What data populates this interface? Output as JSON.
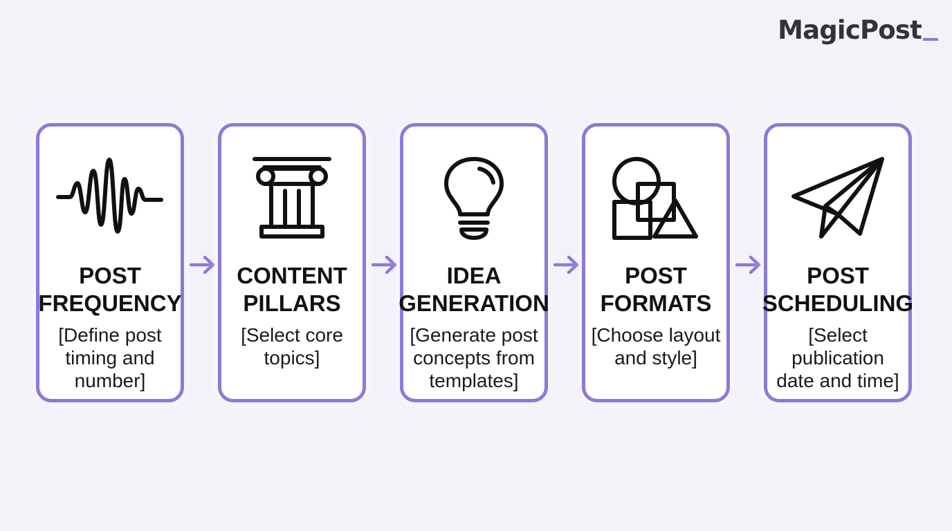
{
  "brand": {
    "name": "MagicPost"
  },
  "accent_color": "#8b7bd8",
  "steps": [
    {
      "icon": "waveform-icon",
      "title_line1": "POST",
      "title_line2": "FREQUENCY",
      "desc_line1": "[Define post",
      "desc_line2": "timing and",
      "desc_line3": "number]"
    },
    {
      "icon": "pillar-icon",
      "title_line1": "CONTENT",
      "title_line2": "PILLARS",
      "desc_line1": "[Select core",
      "desc_line2": "topics]",
      "desc_line3": ""
    },
    {
      "icon": "lightbulb-icon",
      "title_line1": "IDEA",
      "title_line2": "GENERATION",
      "desc_line1": "[Generate post",
      "desc_line2": "concepts from",
      "desc_line3": "templates]"
    },
    {
      "icon": "shapes-icon",
      "title_line1": "POST",
      "title_line2": "FORMATS",
      "desc_line1": "[Choose layout",
      "desc_line2": "and style]",
      "desc_line3": ""
    },
    {
      "icon": "paper-plane-icon",
      "title_line1": "POST",
      "title_line2": "SCHEDULING",
      "desc_line1": "[Select",
      "desc_line2": "publication",
      "desc_line3": "date and time]"
    }
  ]
}
